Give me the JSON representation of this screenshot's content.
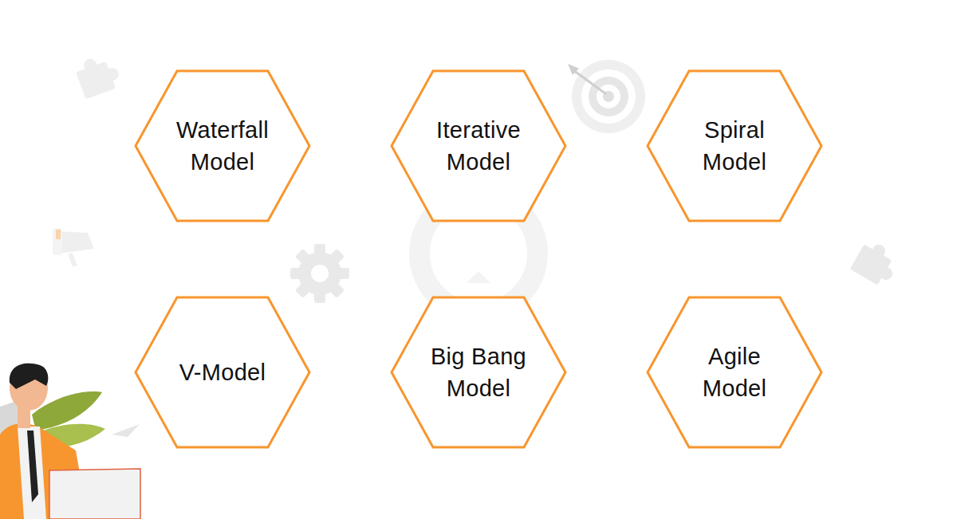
{
  "diagram": {
    "nodes": [
      {
        "text": [
          "Waterfall Model"
        ]
      },
      {
        "text": [
          "Iterative Model"
        ]
      },
      {
        "text": [
          "Spiral Model"
        ]
      },
      {
        "text": [
          "V-Model"
        ]
      },
      {
        "text": [
          "Big Bang Model"
        ]
      },
      {
        "text": [
          "Agile Model"
        ]
      }
    ]
  }
}
